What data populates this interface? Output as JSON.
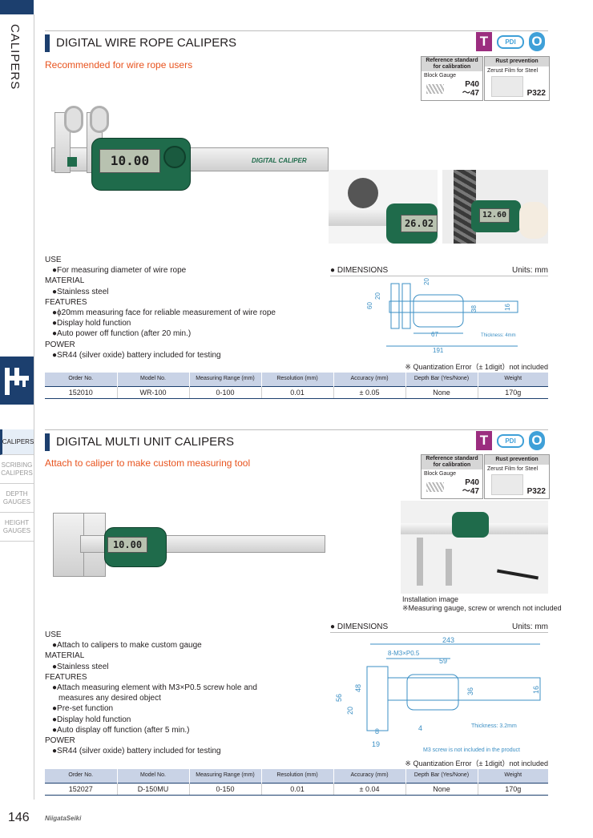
{
  "side": {
    "vertical_label": "CALIPERS",
    "menu": [
      "CALIPERS",
      "SCRIBING CALIPERS",
      "DEPTH GAUGES",
      "HEIGHT GAUGES"
    ]
  },
  "badges": {
    "t": "T",
    "pdi": "PDI",
    "o": "O"
  },
  "ref": {
    "header": "Reference standard for calibration",
    "name": "Block Gauge",
    "value": "P40 ～47"
  },
  "rust": {
    "header": "Rust prevention",
    "name": "Zerust Film for Steel",
    "value": "P322"
  },
  "table_headers": [
    "Order No.",
    "Model No.",
    "Measuring Range (mm)",
    "Resolution (mm)",
    "Accuracy (mm)",
    "Depth Bar (Yes/None)",
    "Weight"
  ],
  "section1": {
    "title": "DIGITAL WIRE ROPE CALIPERS",
    "subtitle": "Recommended for wire rope users",
    "lcd_main": "10.00",
    "lcd_inset1": "26.02",
    "lcd_inset2": "12.60",
    "caliper_label": "DIGITAL CALIPER",
    "spec": [
      {
        "type": "h",
        "text": "USE"
      },
      {
        "type": "b",
        "text": "●For measuring diameter of wire rope"
      },
      {
        "type": "h",
        "text": "MATERIAL"
      },
      {
        "type": "b",
        "text": "●Stainless steel"
      },
      {
        "type": "h",
        "text": "FEATURES"
      },
      {
        "type": "b",
        "text": "●ϕ20mm measuring face for reliable measurement of wire rope"
      },
      {
        "type": "b",
        "text": "●Display hold function"
      },
      {
        "type": "b",
        "text": "●Auto power off function (after 20 min.)"
      },
      {
        "type": "h",
        "text": "POWER"
      },
      {
        "type": "b",
        "text": "●SR44 (silver oxide) battery included for testing"
      }
    ],
    "dims_label": "DIMENSIONS",
    "units": "Units: mm",
    "dim_values": {
      "d1": "20",
      "d2": "60",
      "d3": "20",
      "d4": "38",
      "d5": "16",
      "d6": "67",
      "d7": "191",
      "thickness": "Thickness: 4mm"
    },
    "quant_note": "※ Quantization Error（± 1digit）not included",
    "row": [
      "152010",
      "WR-100",
      "0-100",
      "0.01",
      "± 0.05",
      "None",
      "170g"
    ]
  },
  "section2": {
    "title": "DIGITAL MULTI UNIT CALIPERS",
    "subtitle": "Attach to caliper to make custom measuring tool",
    "lcd_main": "10.00",
    "install_caption": [
      "Installation image",
      "※Measuring gauge, screw or wrench not included"
    ],
    "spec": [
      {
        "type": "h",
        "text": "USE"
      },
      {
        "type": "b",
        "text": "●Attach to calipers to make custom gauge"
      },
      {
        "type": "h",
        "text": "MATERIAL"
      },
      {
        "type": "b",
        "text": "●Stainless steel"
      },
      {
        "type": "h",
        "text": "FEATURES"
      },
      {
        "type": "b",
        "text": "●Attach measuring element with M3×P0.5 screw hole and"
      },
      {
        "type": "c",
        "text": "measures any desired object"
      },
      {
        "type": "b",
        "text": "●Pre-set function"
      },
      {
        "type": "b",
        "text": "●Display hold function"
      },
      {
        "type": "b",
        "text": "●Auto display off function (after 5 min.)"
      },
      {
        "type": "h",
        "text": "POWER"
      },
      {
        "type": "b",
        "text": "●SR44 (silver oxide) battery included for testing"
      }
    ],
    "dims_label": "DIMENSIONS",
    "units": "Units: mm",
    "dim_values": {
      "d243": "243",
      "screw": "8-M3×P0.5",
      "d59": "59",
      "d56": "56",
      "d48": "48",
      "d36": "36",
      "d16": "16",
      "d20": "20",
      "d8": "8",
      "d4": "4",
      "d19": "19",
      "thickness": "Thickness: 3.2mm",
      "screw_note": "M3 screw is not included in the product"
    },
    "quant_note": "※ Quantization Error（± 1digit）not included",
    "row": [
      "152027",
      "D-150MU",
      "0-150",
      "0.01",
      "± 0.04",
      "None",
      "170g"
    ]
  },
  "footer": {
    "page_no": "146",
    "logo": "NiigataSeiki"
  }
}
